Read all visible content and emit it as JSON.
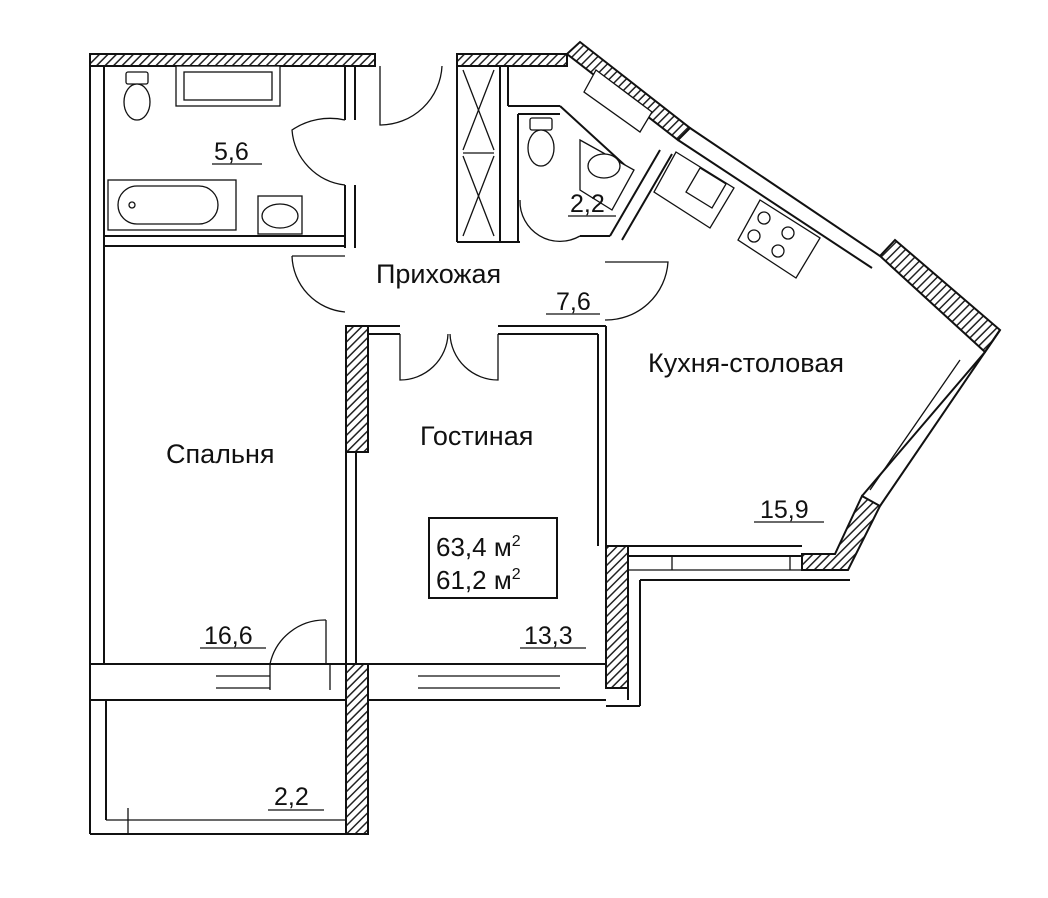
{
  "rooms": {
    "bathroom": {
      "area": "5,6"
    },
    "wc": {
      "area": "2,2"
    },
    "hall": {
      "name": "Прихожая",
      "area": "7,6"
    },
    "kitchen": {
      "name": "Кухня-столовая",
      "area": "15,9"
    },
    "living": {
      "name": "Гостиная",
      "area": "13,3"
    },
    "bedroom": {
      "name": "Спальня",
      "area": "16,6"
    },
    "balcony": {
      "area": "2,2"
    }
  },
  "totals": {
    "total_area": "63,4 м",
    "living_area": "61,2 м",
    "unit_sup": "2"
  }
}
